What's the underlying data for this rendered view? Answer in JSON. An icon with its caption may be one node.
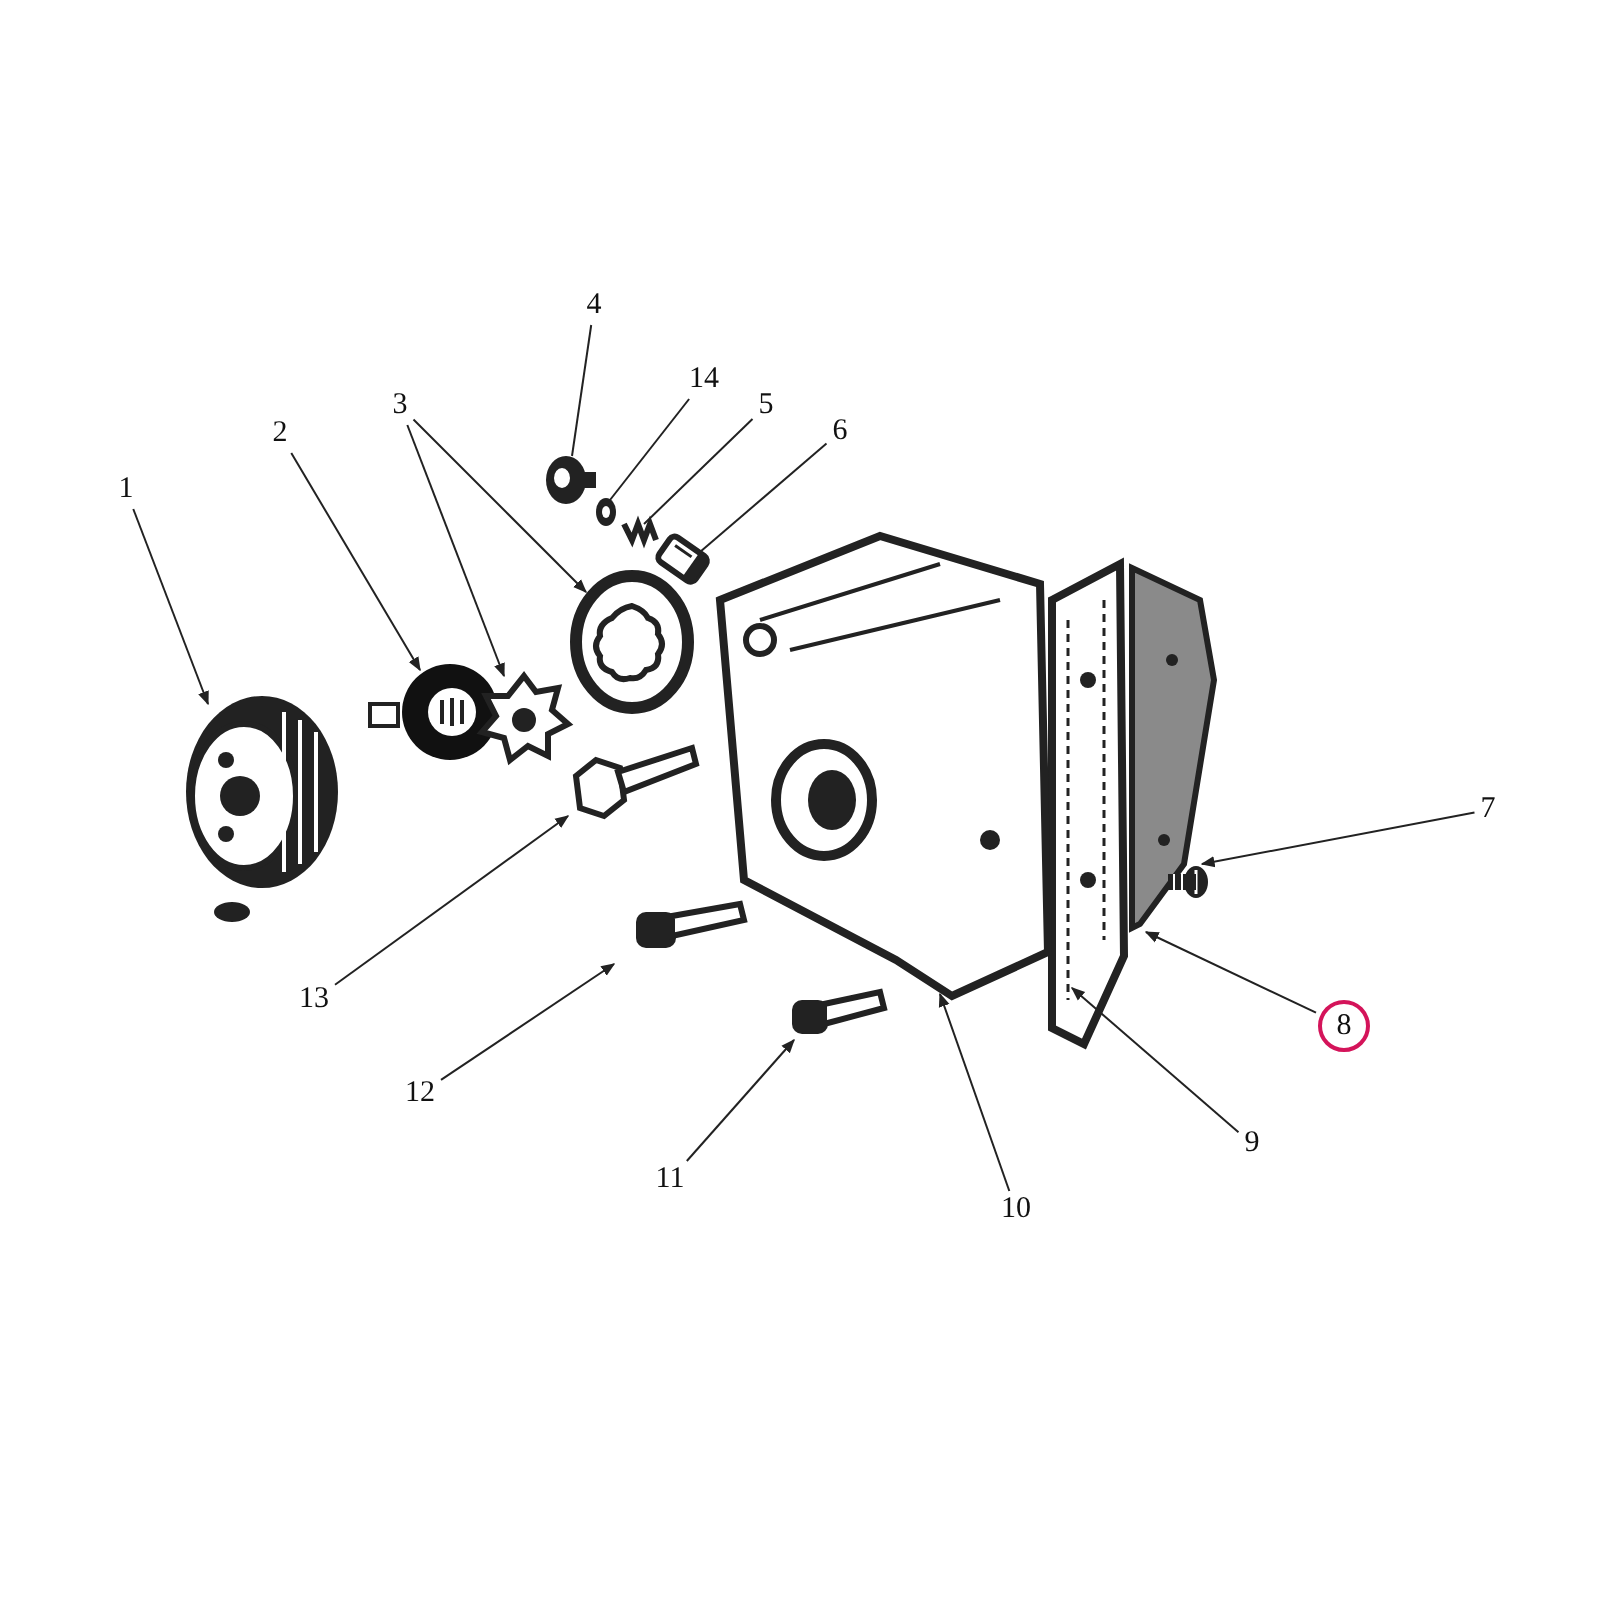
{
  "diagram": {
    "nodes": [
      {
        "text": [
          "4"
        ]
      },
      {
        "text": [
          "14"
        ]
      },
      {
        "text": [
          "5"
        ]
      },
      {
        "text": [
          "6"
        ]
      },
      {
        "text": [
          "2"
        ]
      },
      {
        "text": [
          "3"
        ]
      },
      {
        "text": [
          "1"
        ]
      },
      {
        "text": [
          "7"
        ]
      },
      {
        "text": [
          "13"
        ]
      },
      {
        "text": [
          "8"
        ]
      },
      {
        "text": [
          "12"
        ]
      },
      {
        "text": [
          "9"
        ]
      },
      {
        "text": [
          "11"
        ]
      },
      {
        "text": [
          "10"
        ]
      },
      {
        "text": [],
        "shape": "picture"
      },
      {
        "text": [],
        "shape": "picture"
      },
      {
        "text": [],
        "shape": "picture"
      },
      {
        "text": [],
        "shape": "picture"
      },
      {
        "text": [],
        "shape": "picture"
      },
      {
        "text": [],
        "shape": "picture"
      },
      {
        "text": [],
        "shape": "picture"
      },
      {
        "text": [],
        "shape": "picture"
      },
      {
        "text": [],
        "shape": "picture"
      },
      {
        "text": [],
        "shape": "picture"
      },
      {
        "text": [],
        "shape": "picture"
      },
      {
        "text": [],
        "shape": "picture"
      },
      {
        "text": [],
        "shape": "picture"
      },
      {
        "text": [],
        "shape": "picture"
      },
      {
        "text": [],
        "shape": "picture"
      }
    ],
    "edges": [
      {
        "from": 0,
        "to": 14,
        "arrow": "none"
      },
      {
        "from": 1,
        "to": 15,
        "arrow": "none"
      },
      {
        "from": 2,
        "to": 16,
        "arrow": "none"
      },
      {
        "from": 3,
        "to": 17,
        "arrow": "none"
      },
      {
        "from": 4,
        "to": 18,
        "arrow": "to"
      },
      {
        "from": 5,
        "to": 19,
        "arrow": "to"
      },
      {
        "from": 5,
        "to": 20,
        "arrow": "to"
      },
      {
        "from": 6,
        "to": 21,
        "arrow": "to"
      },
      {
        "from": 7,
        "to": 22,
        "arrow": "to"
      },
      {
        "from": 8,
        "to": 23,
        "arrow": "to"
      },
      {
        "from": 9,
        "to": 24,
        "arrow": "to"
      },
      {
        "from": 10,
        "to": 25,
        "arrow": "to"
      },
      {
        "from": 11,
        "to": 26,
        "arrow": "to"
      },
      {
        "from": 12,
        "to": 27,
        "arrow": "to"
      },
      {
        "from": 13,
        "to": 28,
        "arrow": "to"
      }
    ]
  }
}
